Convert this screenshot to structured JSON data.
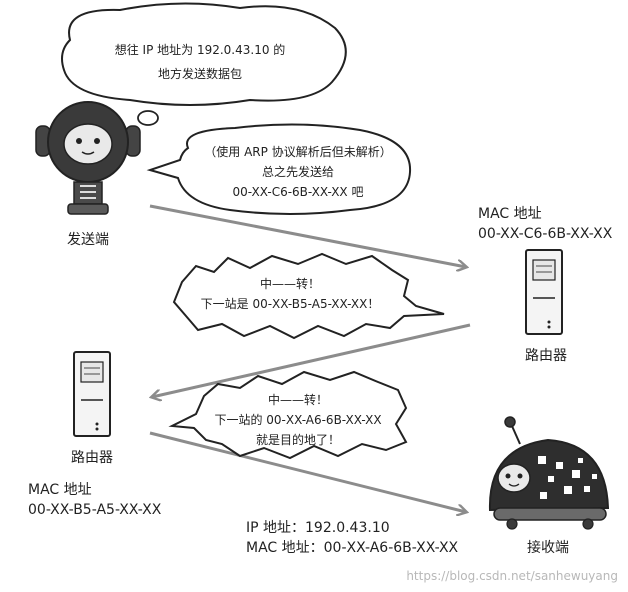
{
  "bubbles": {
    "top": [
      "想往 IP 地址为 192.0.43.10 的",
      "地方发送数据包"
    ],
    "arp": [
      "（使用 ARP 协议解析后但未解析）",
      "总之先发送给",
      "00-XX-C6-6B-XX-XX 吧"
    ],
    "relay1": [
      "中——转！",
      "下一站是 00-XX-B5-A5-XX-XX！"
    ],
    "relay2": [
      "中——转！",
      "下一站的 00-XX-A6-6B-XX-XX",
      "就是目的地了！"
    ]
  },
  "sender": {
    "label": "发送端"
  },
  "router_right": {
    "mac_title": "MAC 地址",
    "mac_value": "00-XX-C6-6B-XX-XX",
    "label": "路由器"
  },
  "router_left": {
    "mac_title": "MAC 地址",
    "mac_value": "00-XX-B5-A5-XX-XX",
    "label": "路由器"
  },
  "receiver": {
    "ip_line": "IP 地址：192.0.43.10",
    "mac_line": "MAC 地址：00-XX-A6-6B-XX-XX",
    "label": "接收端"
  },
  "watermark": "https://blog.csdn.net/sanhewuyang",
  "colors": {
    "arrow": "#8c8c8c",
    "ink": "#222222",
    "screen": "#e7e7e7"
  }
}
